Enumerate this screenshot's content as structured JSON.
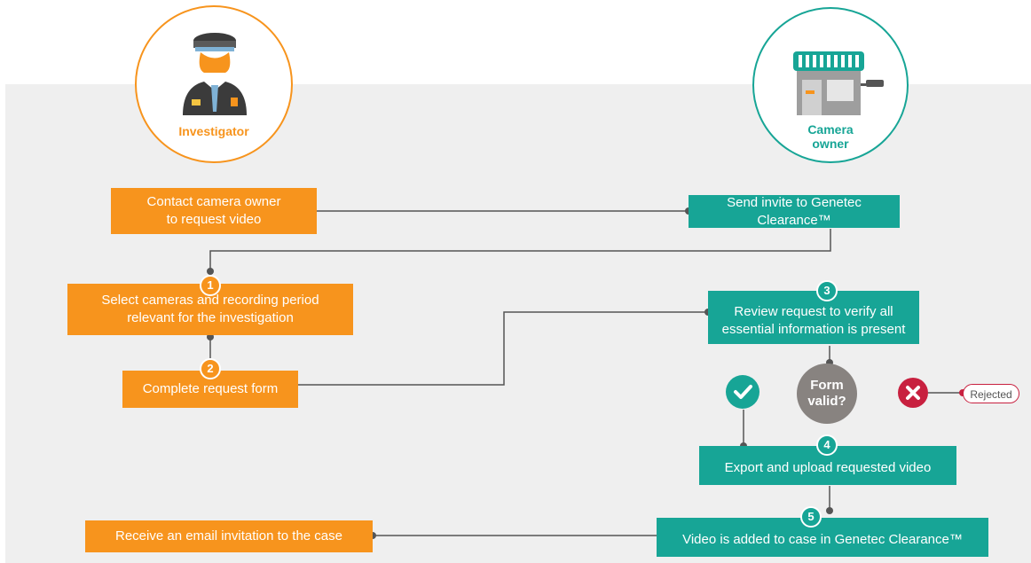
{
  "roles": {
    "investigator": {
      "label": "Investigator",
      "color": "#f7941d"
    },
    "camera_owner": {
      "label_line1": "Camera",
      "label_line2": "owner",
      "color": "#17a596"
    }
  },
  "steps": {
    "contact": {
      "line1": "Contact camera owner",
      "line2": "to request video"
    },
    "invite": {
      "text": "Send invite to Genetec Clearance™"
    },
    "select": {
      "number": "1",
      "line1": "Select cameras and recording period",
      "line2": "relevant for the investigation"
    },
    "complete": {
      "number": "2",
      "text": "Complete request form"
    },
    "review": {
      "number": "3",
      "line1": "Review request to verify all",
      "line2": "essential information is present"
    },
    "decision": {
      "line1": "Form",
      "line2": "valid?"
    },
    "rejected": {
      "text": "Rejected"
    },
    "export": {
      "number": "4",
      "text": "Export and upload requested video"
    },
    "added": {
      "number": "5",
      "text": "Video is added to case in Genetec Clearance™"
    },
    "receive": {
      "text": "Receive an email invitation to the case"
    }
  },
  "colors": {
    "orange": "#f7941d",
    "teal": "#17a596",
    "red": "#c8203f",
    "gray": "#888380",
    "connector": "#555555"
  },
  "icons": [
    "police-officer-icon",
    "storefront-camera-icon",
    "check-icon",
    "cross-icon"
  ]
}
